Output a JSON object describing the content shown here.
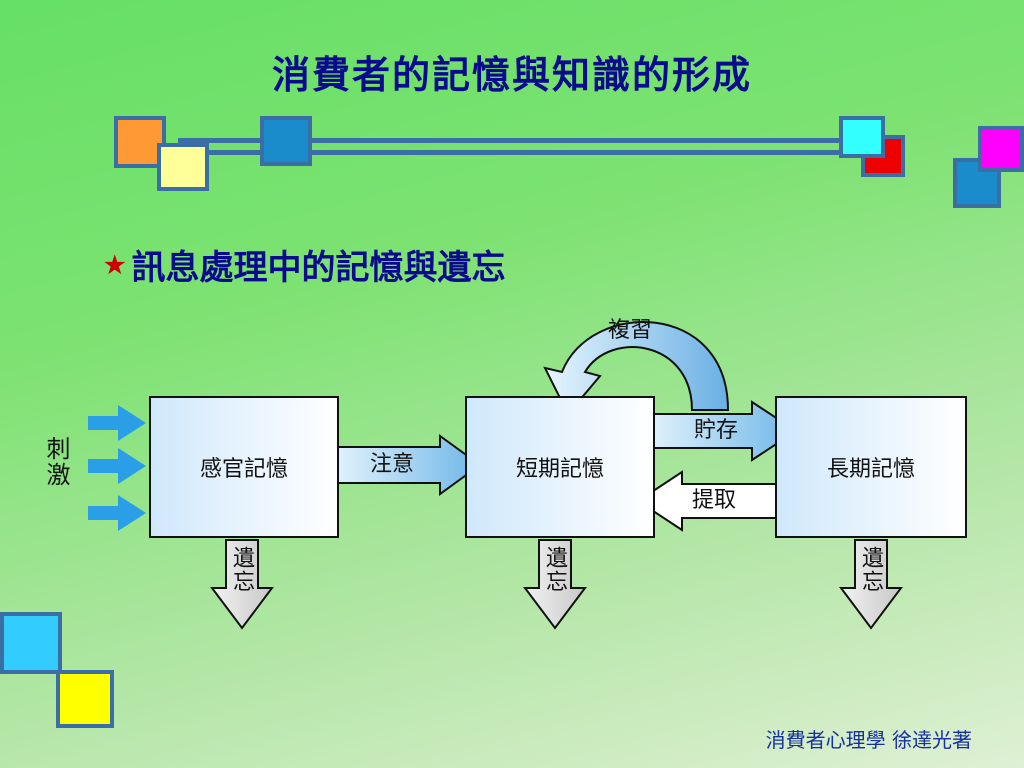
{
  "title": "消費者的記憶與知識的形成",
  "bullet": "訊息處理中的記憶與遺忘",
  "diagram": {
    "input_label": "刺激",
    "boxes": {
      "sensory": "感官記憶",
      "short_term": "短期記憶",
      "long_term": "長期記憶"
    },
    "arrows": {
      "attention": "注意",
      "rehearsal": "複習",
      "storage": "貯存",
      "retrieval": "提取",
      "forget": "遺忘"
    }
  },
  "footer": "消費者心理學  徐達光著",
  "colors": {
    "title": "#0a0a8c",
    "star": "#cc0000",
    "deco_orange": "#ff9933",
    "deco_yellow": "#ffff99",
    "deco_blue": "#1a8ccc",
    "deco_cyan": "#33ffff",
    "deco_red": "#ee0000",
    "deco_magenta": "#ff00ff",
    "deco_bright_yellow": "#ffff00"
  }
}
